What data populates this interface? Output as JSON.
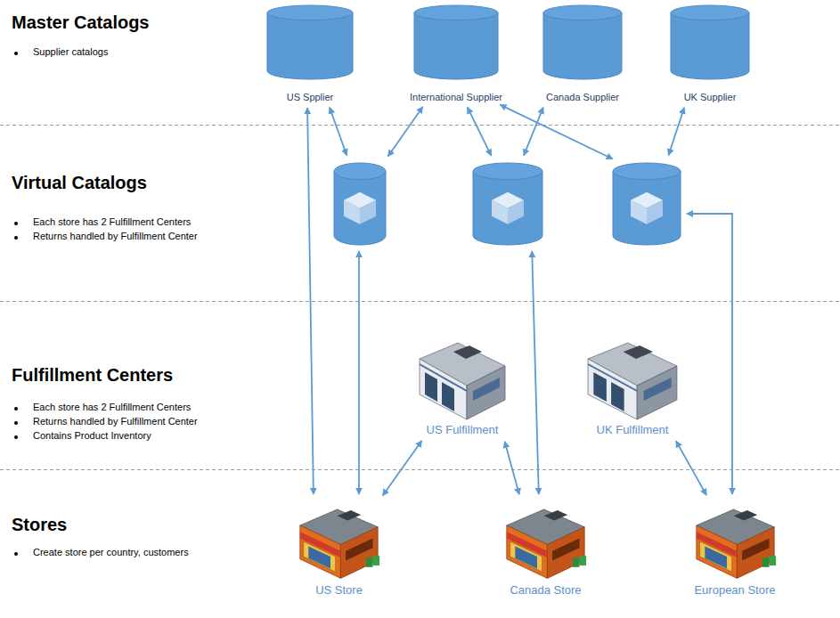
{
  "diagram": {
    "nodes": [
      {
        "text": [
          "US Spplier"
        ]
      },
      {
        "text": [
          "International Supplier"
        ]
      },
      {
        "text": [
          "Canada Supplier"
        ]
      },
      {
        "text": [
          "UK Supplier"
        ]
      },
      {
        "text": []
      },
      {
        "text": []
      },
      {
        "text": []
      },
      {
        "text": [
          "US Fulfillment"
        ]
      },
      {
        "text": [
          "UK Fulfillment"
        ]
      },
      {
        "text": [
          "US Store"
        ]
      },
      {
        "text": [
          "Canada Store"
        ]
      },
      {
        "text": [
          "European Store"
        ]
      }
    ],
    "edges": [
      {
        "from": 0,
        "to": 4,
        "arrow": "both"
      },
      {
        "from": 1,
        "to": 4,
        "arrow": "both"
      },
      {
        "from": 1,
        "to": 5,
        "arrow": "both"
      },
      {
        "from": 2,
        "to": 5,
        "arrow": "both"
      },
      {
        "from": 1,
        "to": 6,
        "arrow": "both"
      },
      {
        "from": 3,
        "to": 6,
        "arrow": "both"
      },
      {
        "from": 0,
        "to": 9,
        "arrow": "both"
      },
      {
        "from": 4,
        "to": 9,
        "arrow": "both"
      },
      {
        "from": 5,
        "to": 10,
        "arrow": "both"
      },
      {
        "from": 6,
        "to": 11,
        "arrow": "both"
      },
      {
        "from": 7,
        "to": 9,
        "arrow": "both"
      },
      {
        "from": 7,
        "to": 10,
        "arrow": "both"
      },
      {
        "from": 8,
        "to": 11,
        "arrow": "both"
      }
    ],
    "labels": [
      "Master Catalogs",
      "Supplier catalogs",
      "Virtual Catalogs",
      "Each store has 2 Fulfillment Centers",
      "Returns handled by Fulfillment Center",
      "Fulfillment Centers",
      "Each store has 2 Fulfillment Centers",
      "Returns handled by Fulfillment Center",
      "Contains Product Inventory",
      "Stores",
      "Create store per country, customers"
    ]
  }
}
